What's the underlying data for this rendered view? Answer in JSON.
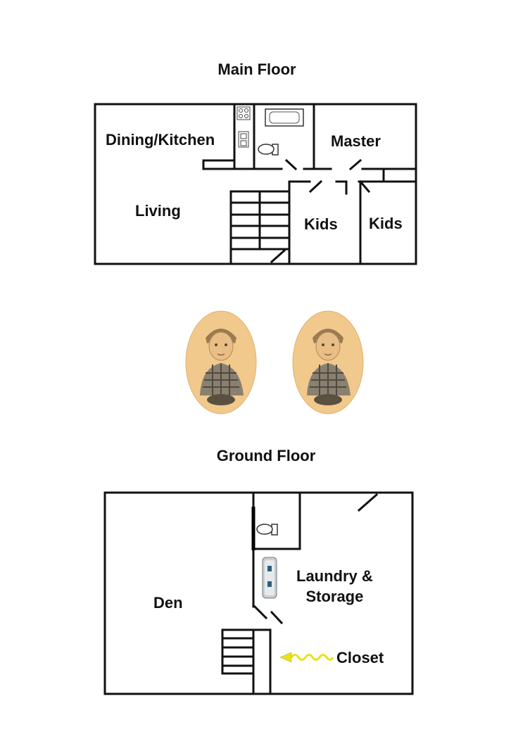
{
  "main_floor": {
    "title": "Main Floor",
    "rooms": {
      "dining_kitchen": "Dining/Kitchen",
      "master": "Master",
      "living": "Living",
      "kids_1": "Kids",
      "kids_2": "Kids"
    }
  },
  "ground_floor": {
    "title": "Ground Floor",
    "rooms": {
      "den": "Den",
      "laundry_line1": "Laundry &",
      "laundry_line2": "Storage",
      "closet": "Closet"
    }
  },
  "colors": {
    "wall": "#111111",
    "sepia_bg": "#f1c98c",
    "arrow": "#e8e21a"
  }
}
